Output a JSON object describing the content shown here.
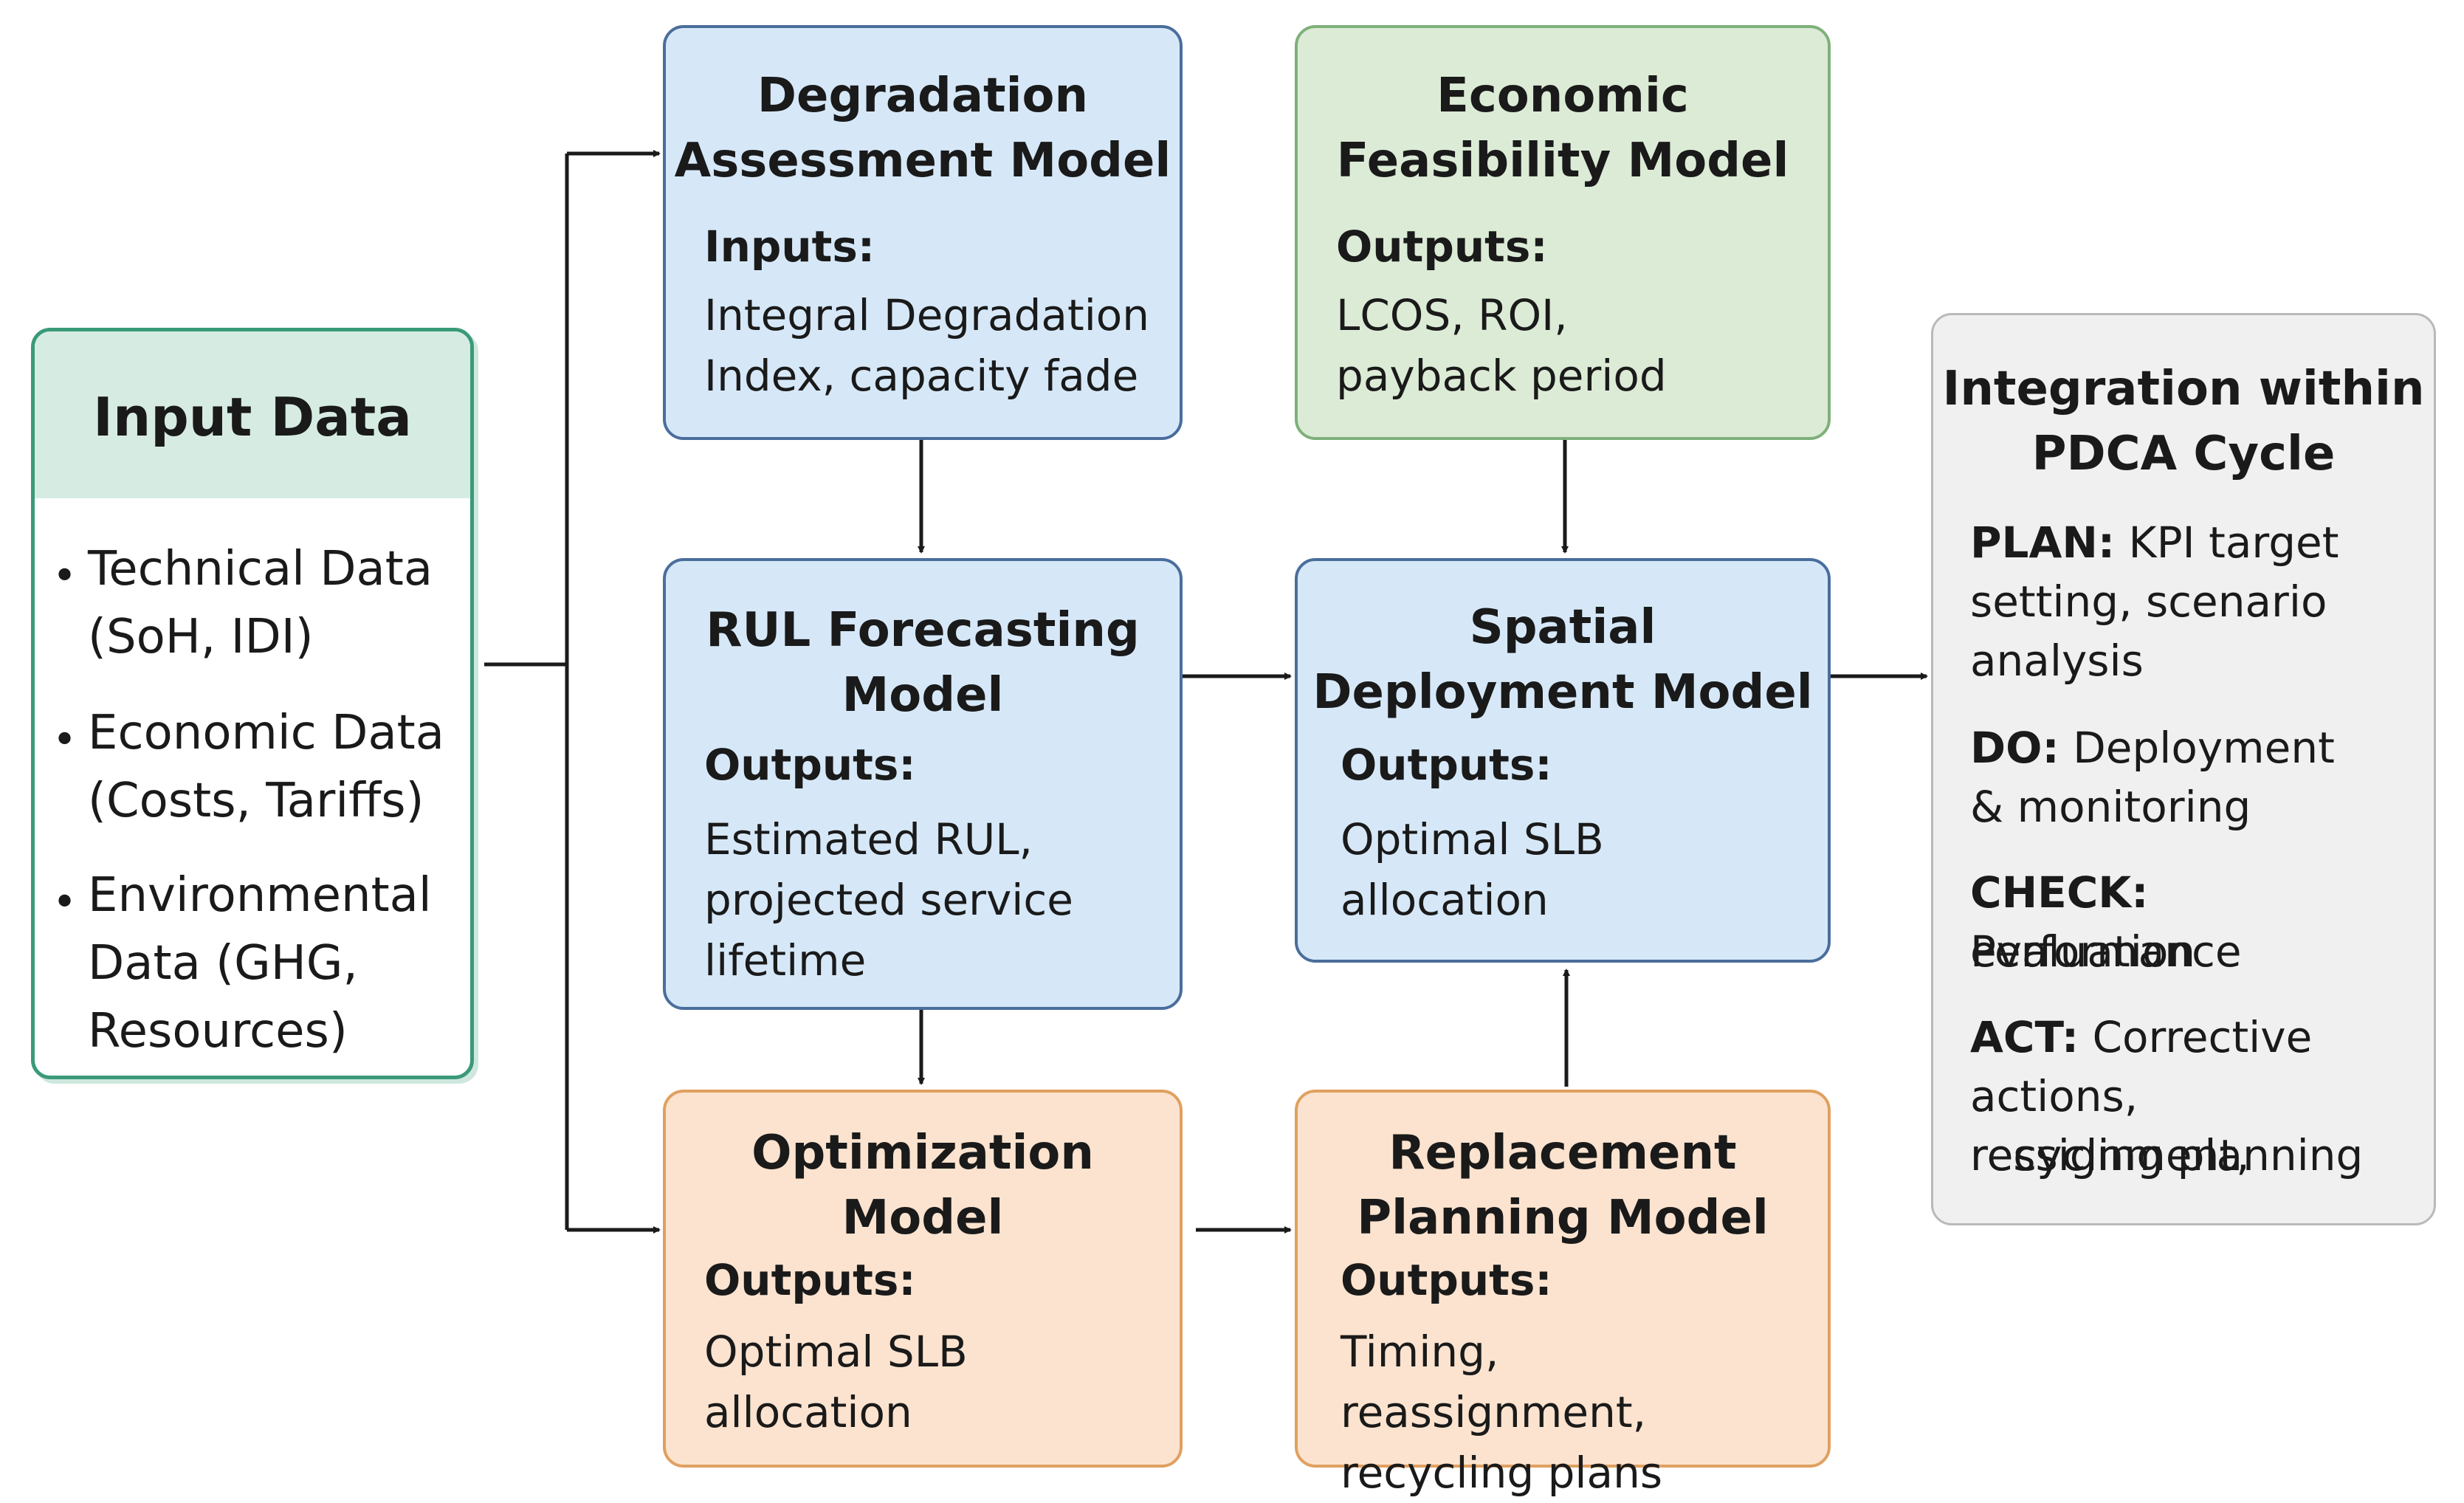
{
  "input_data": {
    "title": "Input Data",
    "items": [
      "Technical Data\n(SoH, IDI)",
      "Economic Data\n(Costs, Tariffs)",
      "Environmental\nData (GHG,\nResources)"
    ]
  },
  "degradation": {
    "title": "Degradation\nAssessment Model",
    "label": "Inputs:",
    "text": "Integral Degradation\nIndex, capacity fade"
  },
  "economic": {
    "title": "Economic\nFeasibility Model",
    "label": "Outputs:",
    "text": "LCOS, ROI,\npayback period"
  },
  "rul": {
    "title": "RUL Forecasting\nModel",
    "label": "Outputs:",
    "text": "Estimated RUL,\nprojected service\nlifetime"
  },
  "spatial": {
    "title": "Spatial\nDeployment Model",
    "label": "Outputs:",
    "text": "Optimal SLB\nallocation"
  },
  "optimization": {
    "title": "Optimization\nModel",
    "label": "Outputs:",
    "text": "Optimal SLB\nallocation"
  },
  "replacement": {
    "title": "Replacement\nPlanning Model",
    "label": "Outputs:",
    "text": "Timing, reassignment,\nrecycling plans"
  },
  "pdca": {
    "title": "Integration within\nPDCA Cycle",
    "plan_label": "PLAN:",
    "plan_text": "KPI target",
    "plan_text2": "setting, scenario",
    "plan_text3": "analysis",
    "do_label": "DO:",
    "do_text": "Deployment",
    "do_text2": "& monitoring",
    "check_label": "CHECK:",
    "check_text": "Performance",
    "check_text2": "evaluation",
    "act_label": "ACT:",
    "act_text": "Corrective",
    "act_text2": "actions, ressignment,",
    "act_text3": "recycling planning"
  },
  "colors": {
    "blue_fill": "#d6e8f8",
    "green_fill": "#dcebd6",
    "orange_fill": "#fbe3cf",
    "grey_fill": "#f0f0f0",
    "input_border": "#3a9a7a"
  }
}
